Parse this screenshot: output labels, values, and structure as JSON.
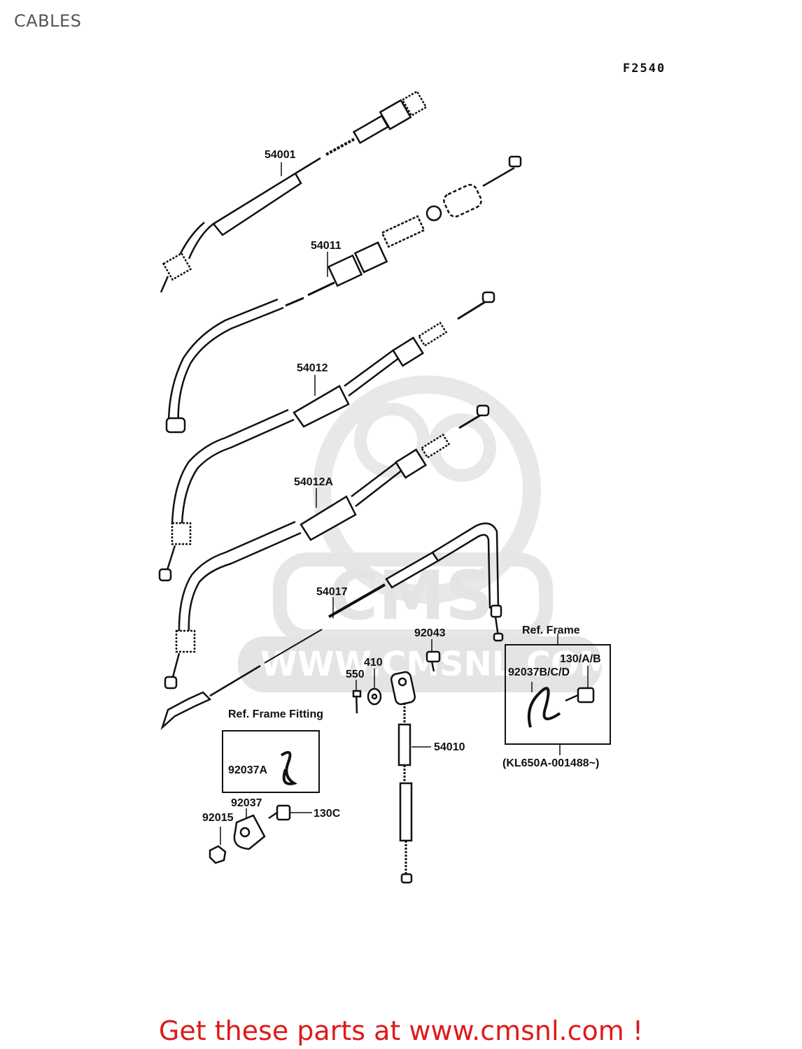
{
  "page": {
    "title": "CABLES",
    "diagram_code": "F2540",
    "footer": "Get these parts at www.cmsnl.com !"
  },
  "watermark": {
    "brand": "CMS",
    "url": "WWW.CMSNL.COM"
  },
  "parts": {
    "p54001": "54001",
    "p54011": "54011",
    "p54012": "54012",
    "p54012A": "54012A",
    "p54017": "54017",
    "p92043": "92043",
    "p410": "410",
    "p550": "550",
    "p54010": "54010",
    "p92037A": "92037A",
    "p92037": "92037",
    "p92015": "92015",
    "p130C": "130C",
    "p92037BCD": "92037B/C/D",
    "p130AB": "130/A/B"
  },
  "boxes": {
    "frame_fitting": "Ref. Frame Fitting",
    "frame": "Ref. Frame",
    "serial_note": "(KL650A-001488~)"
  },
  "colors": {
    "footer": "#dd1a1a",
    "ink": "#111111",
    "watermark": "#e6e6e6"
  }
}
